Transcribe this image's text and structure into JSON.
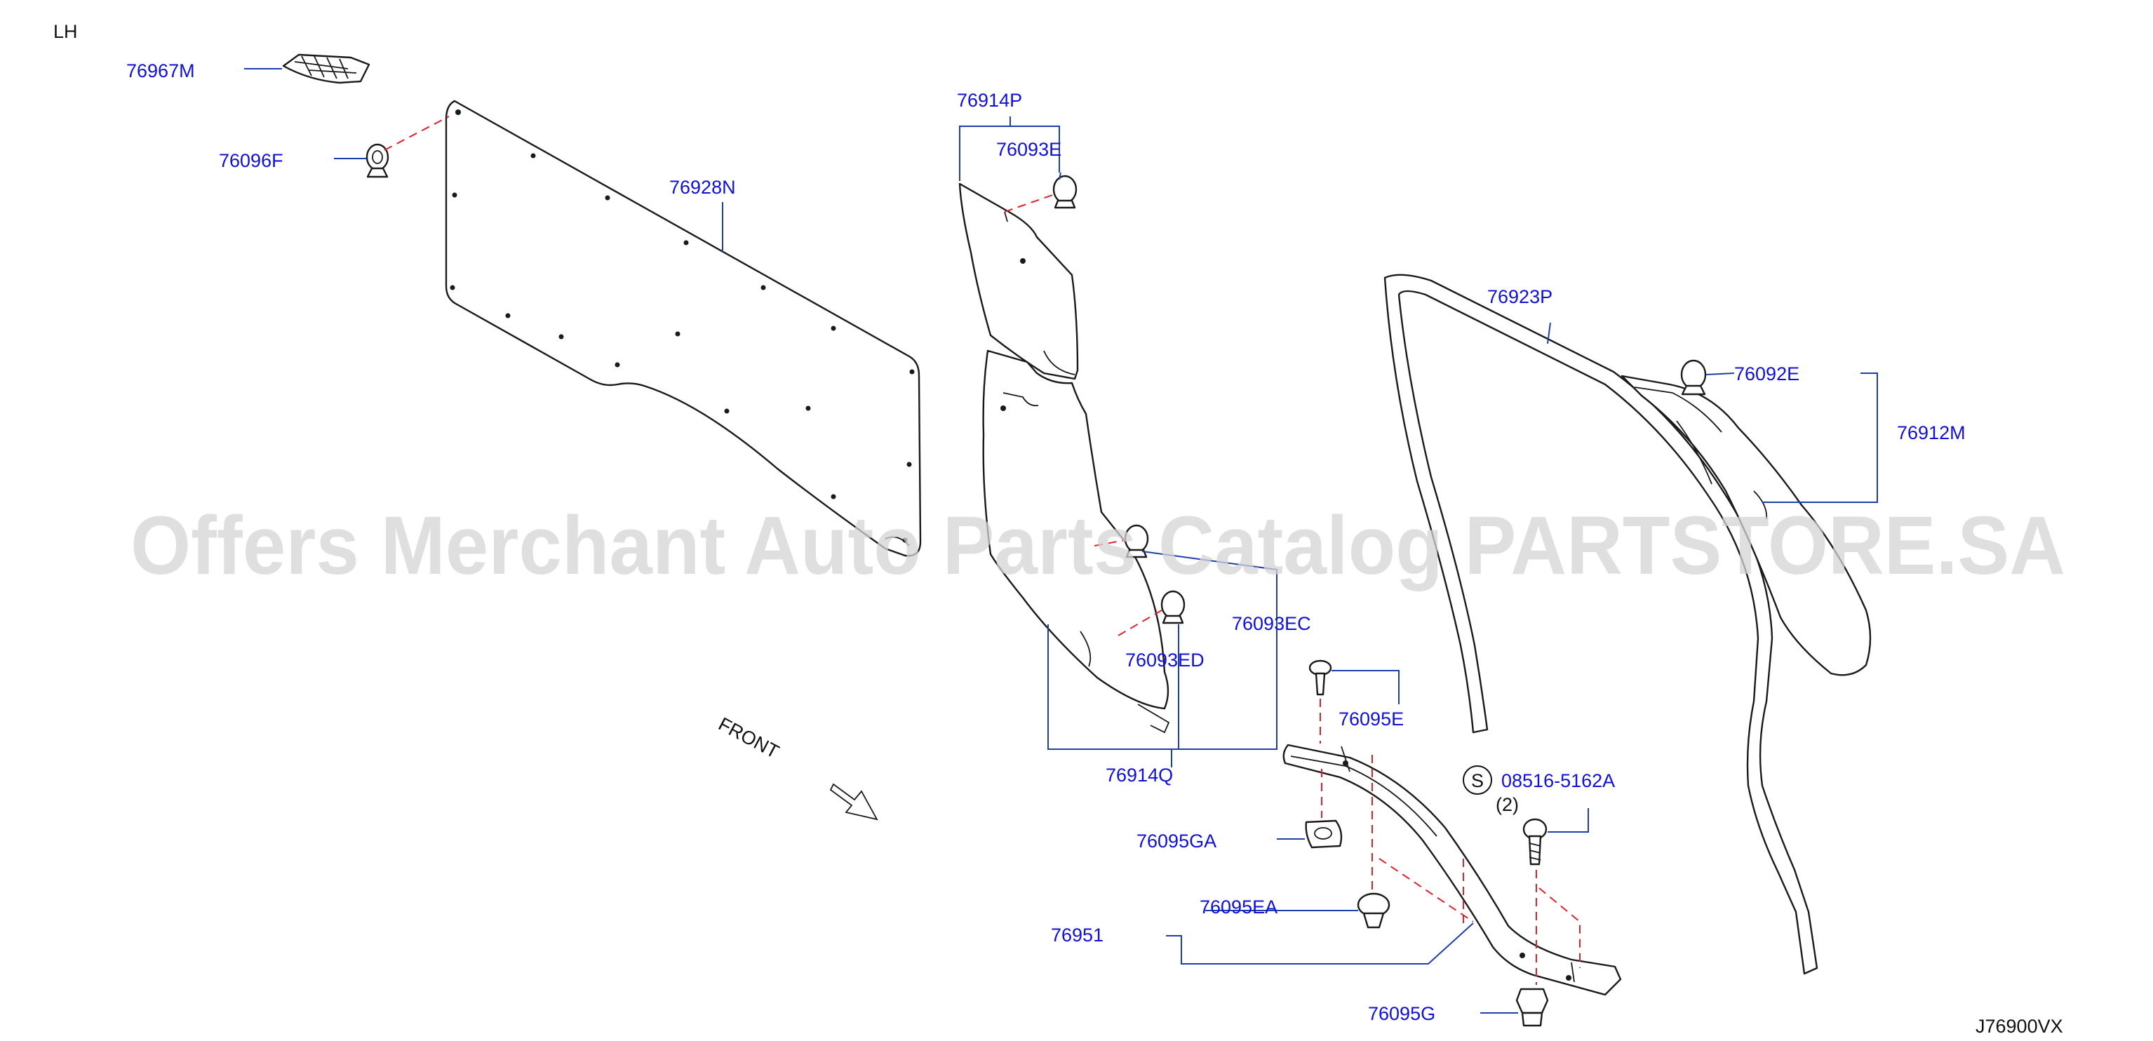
{
  "side_label": "LH",
  "diagram_code": "J76900VX",
  "front_label": "FRONT",
  "screw_symbol": "S",
  "screw_quantity": "(2)",
  "watermark": "Offers Merchant Auto Parts Catalog PARTSTORE.SA",
  "parts": {
    "p76967M": "76967M",
    "p76096F": "76096F",
    "p76928N": "76928N",
    "p76914P": "76914P",
    "p76093E": "76093E",
    "p76093EC": "76093EC",
    "p76093ED": "76093ED",
    "p76914Q": "76914Q",
    "p76923P": "76923P",
    "p76092E": "76092E",
    "p76912M": "76912M",
    "p76095E": "76095E",
    "p08516_5162A": "08516-5162A",
    "p76095GA": "76095GA",
    "p76095EA": "76095EA",
    "p76951": "76951",
    "p76095G": "76095G"
  },
  "colors": {
    "label": "#1010d8",
    "leader": "#1f3fa8",
    "dashed_leader": "#e0202a",
    "outline": "#1a1a1a",
    "watermark": "#d4d4d4"
  }
}
